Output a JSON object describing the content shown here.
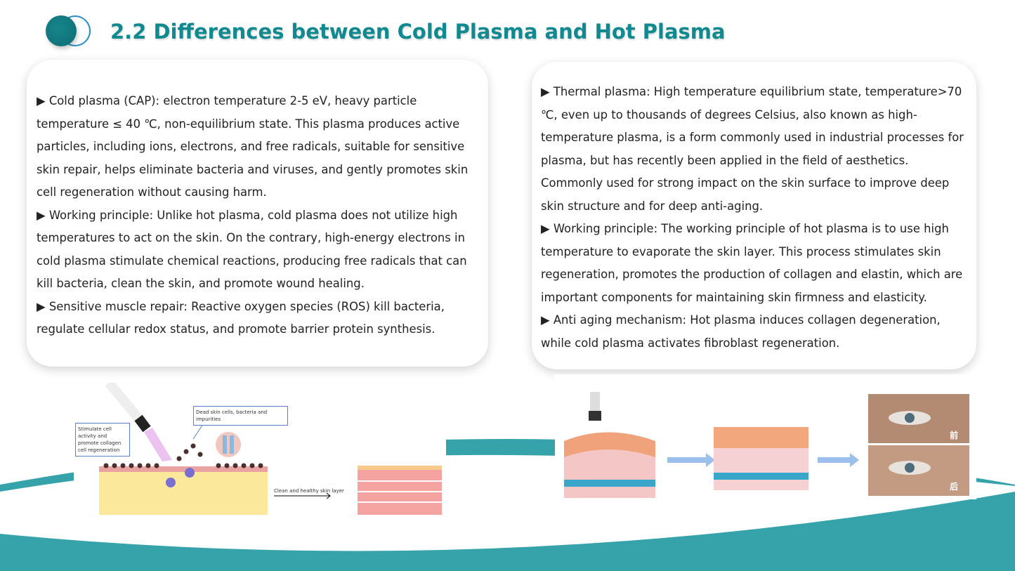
{
  "title": "2.2 Differences between Cold Plasma and Hot Plasma",
  "colors": {
    "title": "#108a90",
    "wave": "#36a3ab",
    "accent": "#0d6c73"
  },
  "left_card": {
    "paragraphs": [
      "▶ Cold plasma (CAP): electron temperature 2-5 eV, heavy particle temperature ≤ 40 ℃, non-equilibrium state. This plasma produces active particles, including ions, electrons, and free radicals, suitable for sensitive skin repair, helps eliminate bacteria and viruses, and gently promotes skin cell regeneration without causing harm.",
      "▶ Working principle: Unlike hot plasma, cold plasma does not utilize high temperatures to act on the skin. On the contrary, high-energy electrons in cold plasma stimulate chemical reactions, producing free radicals that can kill bacteria, clean the skin, and promote wound healing.",
      "▶ Sensitive muscle repair: Reactive oxygen species (ROS) kill bacteria, regulate cellular redox status, and promote barrier protein synthesis."
    ]
  },
  "right_card": {
    "paragraphs": [
      "▶ Thermal plasma: High temperature equilibrium state, temperature>70 ℃, even up to thousands of degrees Celsius, also known as high-temperature plasma, is a form commonly used in industrial processes for plasma, but has recently been applied in the field of aesthetics. Commonly used for strong impact on the skin surface to improve deep skin structure and for deep anti-aging.",
      "▶ Working principle: The working principle of hot plasma is to use high temperature to evaporate the skin layer. This process stimulates skin regeneration, promotes the production of collagen and elastin, which are important components for maintaining skin firmness and elasticity.",
      "▶ Anti aging mechanism: Hot plasma induces collagen degeneration, while cold plasma activates fibroblast regeneration."
    ]
  },
  "cold_figure": {
    "label_stimulate": "Stimulate cell activity and promote collagen cell regeneration",
    "label_dead": "Dead skin cells, bacteria and impurities",
    "label_clean": "Clean and healthy skin layer"
  },
  "hot_figure": {
    "before": "前",
    "after": "后"
  }
}
